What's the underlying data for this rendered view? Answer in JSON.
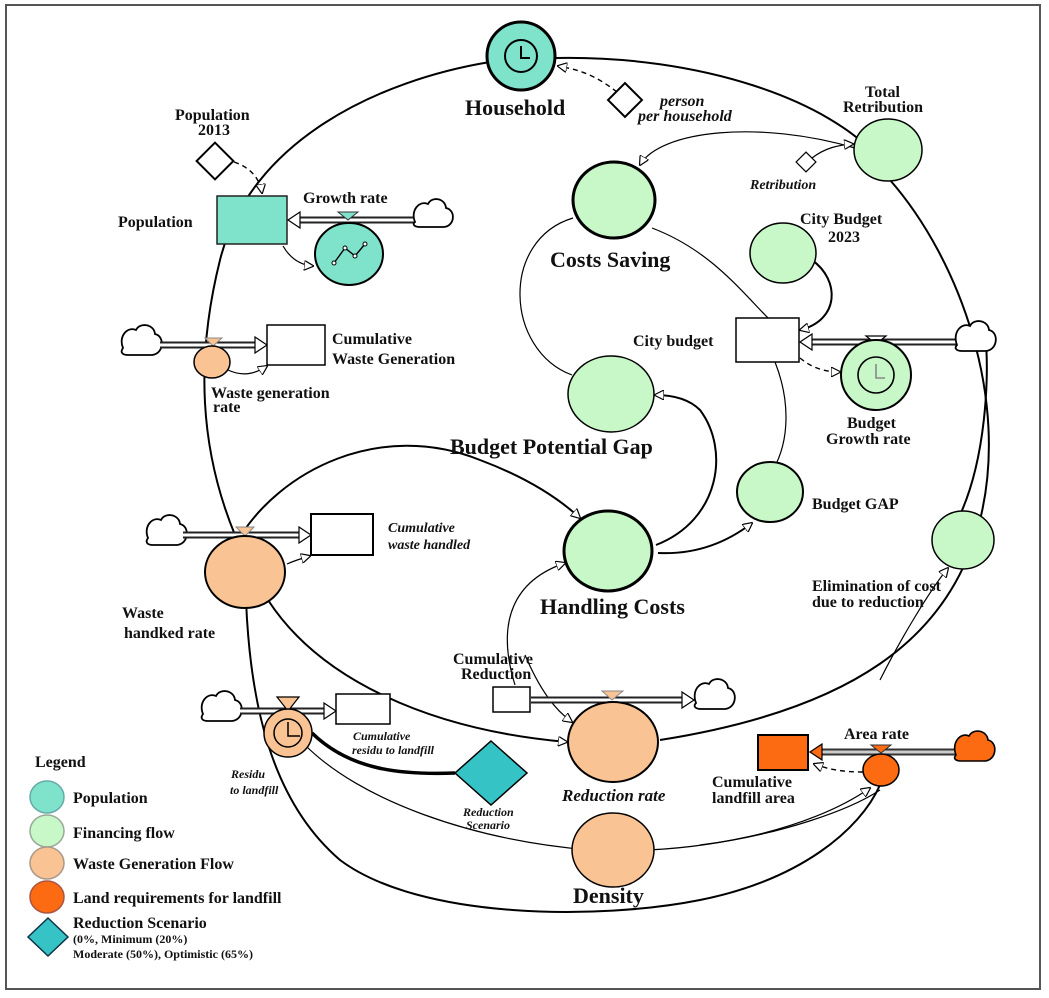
{
  "colors": {
    "population": "#7fe3cc",
    "financing": "#c8f7c8",
    "waste": "#f9c394",
    "landfill": "#fc6a12",
    "scenario": "#35c3c6"
  },
  "nodes": {
    "household": "Household",
    "person_per_household_1": "person",
    "person_per_household_2": "per household",
    "population_2013_1": "Population",
    "population_2013_2": "2013",
    "population": "Population",
    "growth_rate": "Growth rate",
    "total_retribution_1": "Total",
    "total_retribution_2": "Retribution",
    "retribution": "Retribution",
    "costs_saving": "Costs Saving",
    "city_budget_2023_1": "City Budget",
    "city_budget_2023_2": "2023",
    "city_budget": "City budget",
    "budget_growth_rate_1": "Budget",
    "budget_growth_rate_2": "Growth rate",
    "cumulative_waste_generation_1": "Cumulative",
    "cumulative_waste_generation_2": "Waste Generation",
    "waste_generation_rate_1": "Waste generation",
    "waste_generation_rate_2": "rate",
    "budget_potential_gap": "Budget Potential Gap",
    "budget_gap": "Budget GAP",
    "cumulative_waste_handled_1": "Cumulative",
    "cumulative_waste_handled_2": "waste handled",
    "waste_handled_rate_1": "Waste",
    "waste_handled_rate_2": "handked rate",
    "handling_costs": "Handling Costs",
    "elimination_cost_1": "Elimination of cost",
    "elimination_cost_2": "due to reduction",
    "cumulative_reduction_1": "Cumulative",
    "cumulative_reduction_2": "Reduction",
    "cumulative_residu_1": "Cumulative",
    "cumulative_residu_2": "residu to landfill",
    "residu_to_landfill_1": "Residu",
    "residu_to_landfill_2": "to landfill",
    "reduction_scenario_1": "Reduction",
    "reduction_scenario_2": "Scenario",
    "reduction_rate": "Reduction rate",
    "area_rate": "Area rate",
    "cumulative_landfill_area_1": "Cumulative",
    "cumulative_landfill_area_2": "landfill area",
    "density": "Density"
  },
  "legend": {
    "title": "Legend",
    "items": [
      {
        "label": "Population",
        "color": "#7fe3cc",
        "shape": "circle"
      },
      {
        "label": "Financing flow",
        "color": "#c8f7c8",
        "shape": "circle"
      },
      {
        "label": "Waste Generation Flow",
        "color": "#f9c394",
        "shape": "circle"
      },
      {
        "label": "Land requirements for landfill",
        "color": "#fc6a12",
        "shape": "circle"
      },
      {
        "label": "Reduction Scenario",
        "color": "#35c3c6",
        "shape": "diamond"
      }
    ],
    "scenario_note_1": "(0%, Minimum (20%)",
    "scenario_note_2": "Moderate (50%), Optimistic (65%)"
  }
}
